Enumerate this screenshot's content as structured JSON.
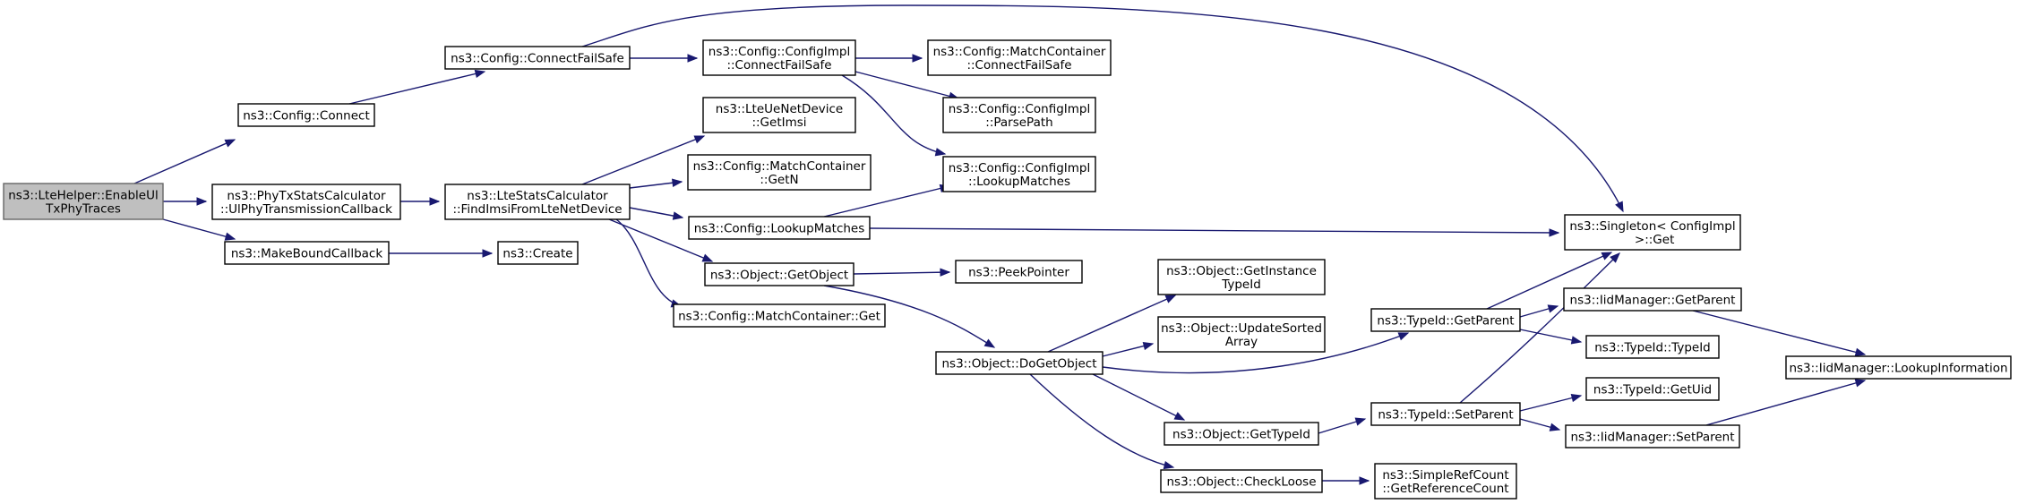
{
  "nodes": [
    {
      "id": "root",
      "lines": [
        "ns3::LteHelper::EnableUl",
        "TxPhyTraces"
      ],
      "root": true
    },
    {
      "id": "config_connect",
      "lines": [
        "ns3::Config::Connect"
      ]
    },
    {
      "id": "ul_cb",
      "lines": [
        "ns3::PhyTxStatsCalculator",
        "::UlPhyTransmissionCallback"
      ]
    },
    {
      "id": "make_bound",
      "lines": [
        "ns3::MakeBoundCallback"
      ]
    },
    {
      "id": "connect_failsafe",
      "lines": [
        "ns3::Config::ConnectFailSafe"
      ]
    },
    {
      "id": "find_imsi",
      "lines": [
        "ns3::LteStatsCalculator",
        "::FindImsiFromLteNetDevice"
      ]
    },
    {
      "id": "create",
      "lines": [
        "ns3::Create"
      ]
    },
    {
      "id": "impl_connect_failsafe",
      "lines": [
        "ns3::Config::ConfigImpl",
        "::ConnectFailSafe"
      ]
    },
    {
      "id": "get_imsi",
      "lines": [
        "ns3::LteUeNetDevice",
        "::GetImsi"
      ]
    },
    {
      "id": "get_n",
      "lines": [
        "ns3::Config::MatchContainer",
        "::GetN"
      ]
    },
    {
      "id": "lookup_matches",
      "lines": [
        "ns3::Config::LookupMatches"
      ]
    },
    {
      "id": "get_object",
      "lines": [
        "ns3::Object::GetObject"
      ]
    },
    {
      "id": "mc_get",
      "lines": [
        "ns3::Config::MatchContainer::Get"
      ]
    },
    {
      "id": "mc_connect_failsafe",
      "lines": [
        "ns3::Config::MatchContainer",
        "::ConnectFailSafe"
      ]
    },
    {
      "id": "parse_path",
      "lines": [
        "ns3::Config::ConfigImpl",
        "::ParsePath"
      ]
    },
    {
      "id": "impl_lookup_matches",
      "lines": [
        "ns3::Config::ConfigImpl",
        "::LookupMatches"
      ]
    },
    {
      "id": "peek_pointer",
      "lines": [
        "ns3::PeekPointer"
      ]
    },
    {
      "id": "do_get_object",
      "lines": [
        "ns3::Object::DoGetObject"
      ]
    },
    {
      "id": "get_instance_typeid",
      "lines": [
        "ns3::Object::GetInstance",
        "TypeId"
      ]
    },
    {
      "id": "update_sorted",
      "lines": [
        "ns3::Object::UpdateSorted",
        "Array"
      ]
    },
    {
      "id": "obj_get_typeid",
      "lines": [
        "ns3::Object::GetTypeId"
      ]
    },
    {
      "id": "check_loose",
      "lines": [
        "ns3::Object::CheckLoose"
      ]
    },
    {
      "id": "typeid_get_parent",
      "lines": [
        "ns3::TypeId::GetParent"
      ]
    },
    {
      "id": "typeid_set_parent",
      "lines": [
        "ns3::TypeId::SetParent"
      ]
    },
    {
      "id": "get_ref_count",
      "lines": [
        "ns3::SimpleRefCount",
        "::GetReferenceCount"
      ]
    },
    {
      "id": "singleton_get",
      "lines": [
        "ns3::Singleton< ConfigImpl",
        " >::Get"
      ]
    },
    {
      "id": "iid_get_parent",
      "lines": [
        "ns3::IidManager::GetParent"
      ]
    },
    {
      "id": "typeid_typeid",
      "lines": [
        "ns3::TypeId::TypeId"
      ]
    },
    {
      "id": "typeid_get_uid",
      "lines": [
        "ns3::TypeId::GetUid"
      ]
    },
    {
      "id": "iid_set_parent",
      "lines": [
        "ns3::IidManager::SetParent"
      ]
    },
    {
      "id": "iid_lookup_info",
      "lines": [
        "ns3::IidManager::LookupInformation"
      ]
    }
  ]
}
